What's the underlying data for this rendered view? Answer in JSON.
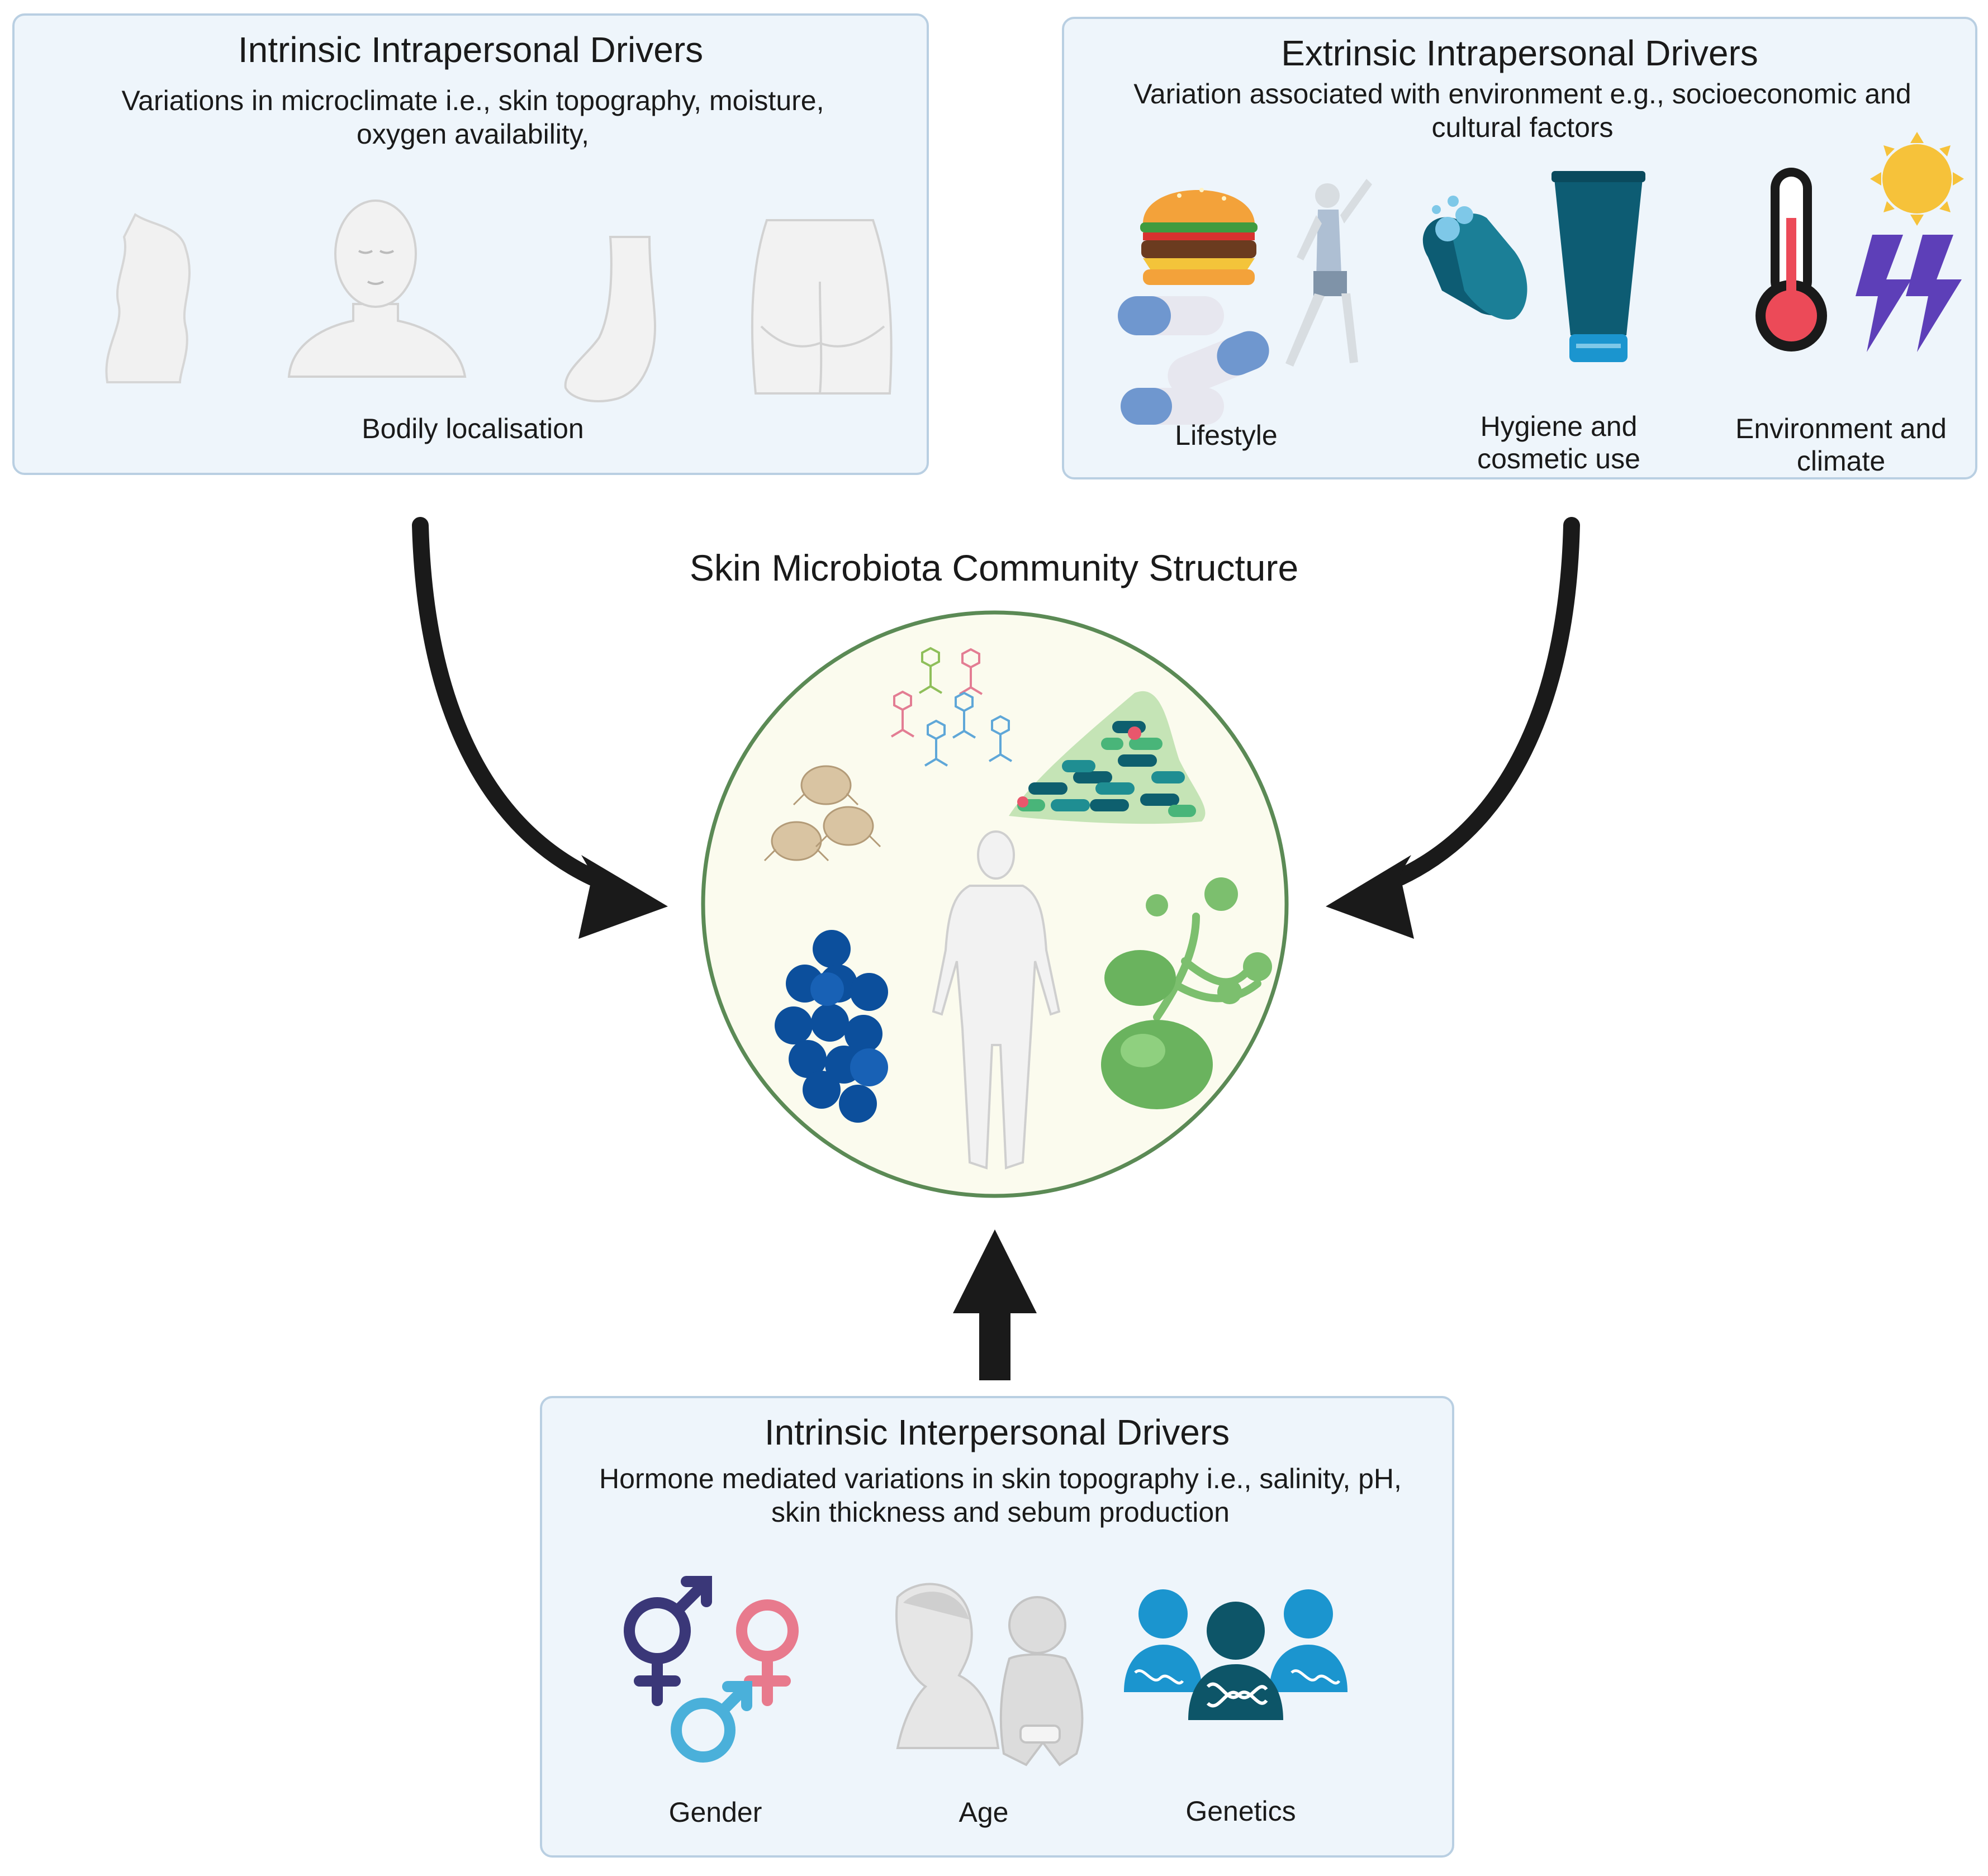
{
  "central": {
    "title": "Skin Microbiota Community Structure",
    "colors": {
      "circle_fill": "#fbfbee",
      "circle_stroke": "#5b8a55"
    }
  },
  "intrinsic_intrapersonal": {
    "title": "Intrinsic Intrapersonal Drivers",
    "description": "Variations in microclimate i.e., skin topography, moisture, oxygen availability,",
    "label": "Bodily localisation"
  },
  "extrinsic_intrapersonal": {
    "title": "Extrinsic Intrapersonal Drivers",
    "description": "Variation associated with environment e.g., socioeconomic and cultural factors",
    "items": [
      {
        "label": "Lifestyle",
        "icons": [
          "burger-icon",
          "pill-icon",
          "stretching-person-icon"
        ]
      },
      {
        "label": "Hygiene and cosmetic use",
        "icons": [
          "hand-washing-icon",
          "cosmetic-tube-icon"
        ]
      },
      {
        "label": "Environment and climate",
        "icons": [
          "thermometer-icon",
          "sun-icon",
          "lightning-icon"
        ]
      }
    ]
  },
  "intrinsic_interpersonal": {
    "title": "Intrinsic Interpersonal Drivers",
    "description": "Hormone mediated variations in skin topography i.e., salinity, pH, skin thickness and sebum production",
    "items": [
      {
        "label": "Gender",
        "icons": [
          "male-symbol-icon",
          "female-symbol-icon"
        ]
      },
      {
        "label": "Age",
        "icons": [
          "elderly-person-icon",
          "baby-icon"
        ]
      },
      {
        "label": "Genetics",
        "icons": [
          "people-dna-icon"
        ]
      }
    ]
  },
  "colors": {
    "panel_fill": "#eef5fb",
    "panel_border": "#b9cfe2",
    "arrow": "#1a1a1a",
    "bacteria_dark": "#0e5f6e",
    "bacteria_teal": "#1f8e92",
    "bacteria_green": "#49b579",
    "cocci_blue": "#0c4f9c",
    "fungi_green": "#7cbf6e",
    "mite": "#d9c4a2",
    "cosmetic_teal": "#0d5c73",
    "sun": "#f6c23a",
    "lightning": "#5d3fb8",
    "thermo_red": "#ec4a58",
    "gender_purple": "#3a3778",
    "gender_pink": "#e87a8d",
    "gender_blue": "#4ab0da",
    "genetics_blue": "#1b95cf",
    "genetics_dark": "#0d5568"
  }
}
